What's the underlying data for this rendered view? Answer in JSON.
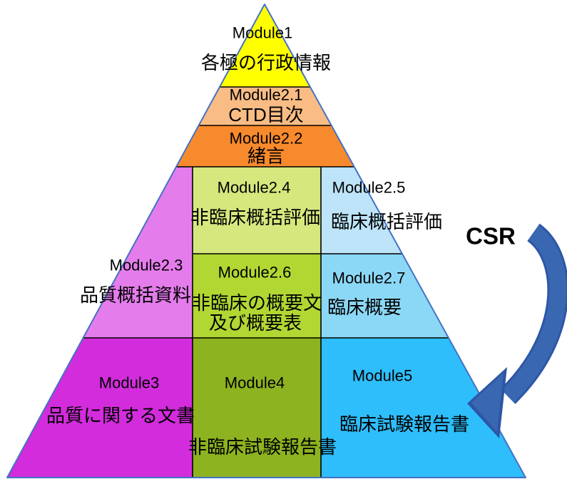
{
  "diagram": {
    "description_labels": {
      "csr": "CSR"
    },
    "modules": {
      "m1": {
        "label": "Module1",
        "title": "各極の行政情報"
      },
      "m2_1": {
        "label": "Module2.1",
        "title": "CTD目次"
      },
      "m2_2": {
        "label": "Module2.2",
        "title": "緒言"
      },
      "m2_3": {
        "label": "Module2.3",
        "title": "品質概括資料"
      },
      "m2_4": {
        "label": "Module2.4",
        "title": "非臨床概括評価"
      },
      "m2_5": {
        "label": "Module2.5",
        "title": "臨床概括評価"
      },
      "m2_6": {
        "label": "Module2.6",
        "title": "非臨床の概要文及び概要表",
        "title_line1": "非臨床の概要文",
        "title_line2": "及び概要表"
      },
      "m2_7": {
        "label": "Module2.7",
        "title": "臨床概要"
      },
      "m3": {
        "label": "Module3",
        "title": "品質に関する文書"
      },
      "m4": {
        "label": "Module4",
        "title": "非臨床試験報告書"
      },
      "m5": {
        "label": "Module5",
        "title": "臨床試験報告書"
      }
    },
    "colors": {
      "module1": "#FFFF00",
      "module2_1": "#F8BC84",
      "module2_2": "#F78A2C",
      "module2_3": "#E47CEC",
      "module2_4": "#D5E77D",
      "module2_5": "#BDE4F8",
      "module2_6": "#B2D733",
      "module2_7": "#8BD8F6",
      "module3": "#D22CDC",
      "module4": "#8DB320",
      "module5": "#2EBEFB",
      "pyramid_outline": "#4472C4",
      "divider": "#000000",
      "red_text": "#EE1C23",
      "arrow_fill": "#3A67B2",
      "arrow_outline": "#2D56A5"
    }
  }
}
